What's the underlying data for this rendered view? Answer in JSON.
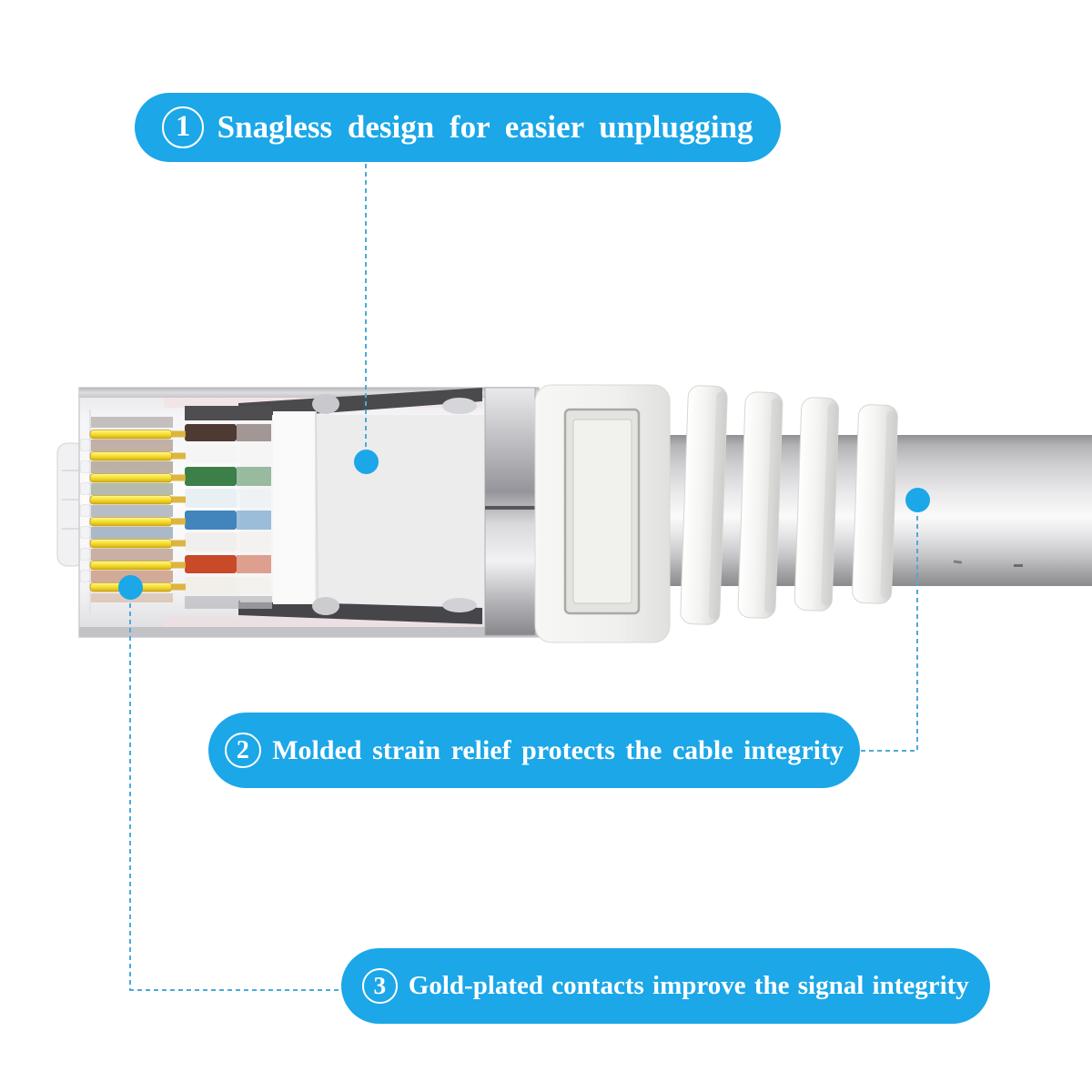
{
  "page": {
    "background_color": "#ffffff",
    "accent_color": "#1ba7e8",
    "leader_line_color": "#4fa8da"
  },
  "callouts": [
    {
      "number": "1",
      "label": "Snagless design for easier unplugging"
    },
    {
      "number": "2",
      "label": "Molded strain relief protects the cable integrity"
    },
    {
      "number": "3",
      "label": "Gold-plated contacts improve the signal integrity"
    }
  ],
  "illustration": {
    "subject": "rj45-ethernet-cable-connector",
    "pin_count": 8,
    "gold_pin_color": "#f2de35",
    "wire_stub_colors": [
      "#4f3a33",
      "#f5f5f5",
      "#3c7f49",
      "#e9f0f4",
      "#4285bd",
      "#f1efed",
      "#c94a28",
      "#f2efe8"
    ]
  }
}
